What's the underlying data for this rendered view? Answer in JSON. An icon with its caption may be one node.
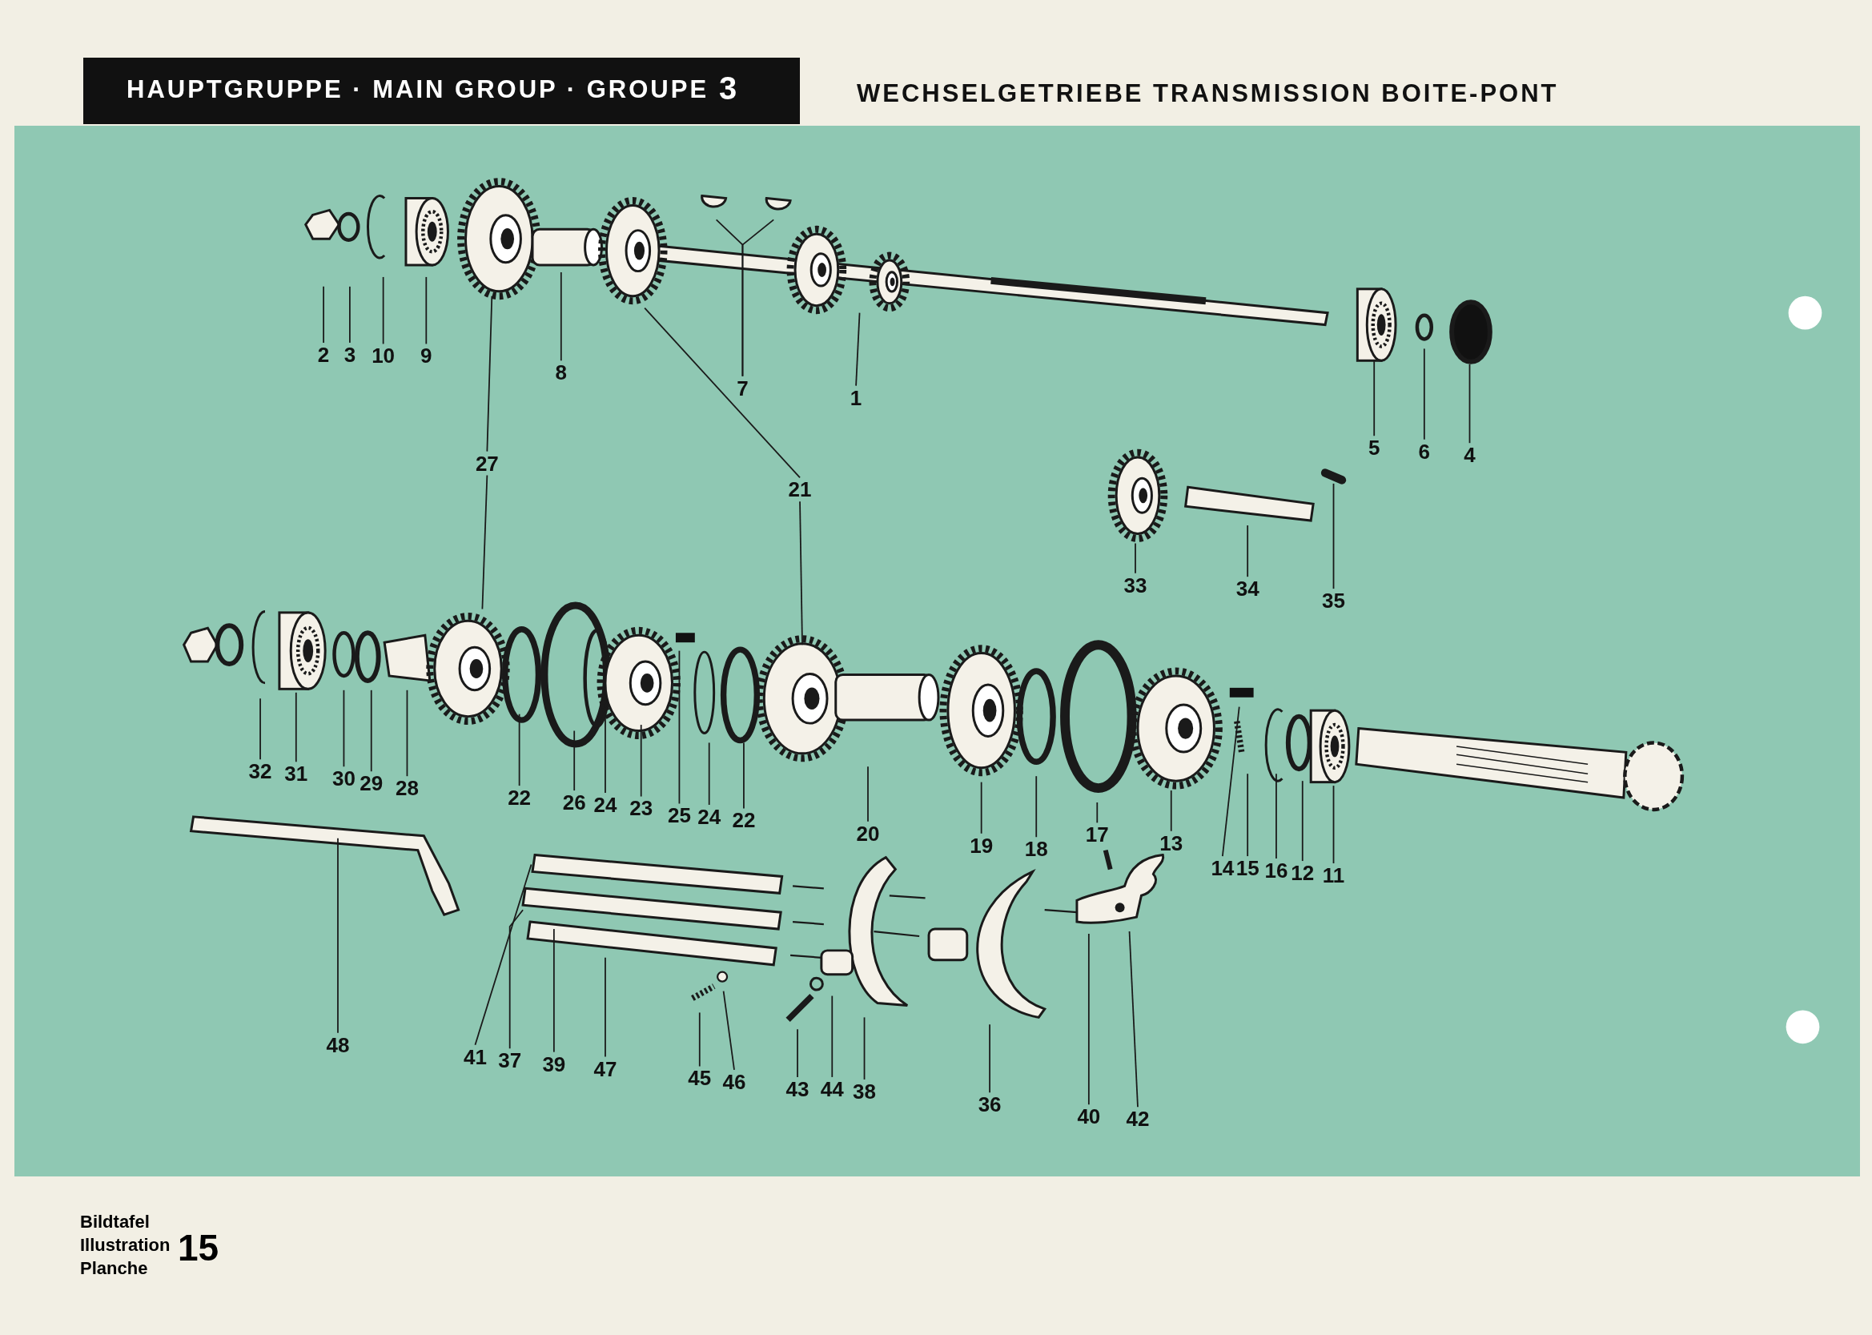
{
  "diagram": {
    "title": "WECHSELGETRIEBE TRANSMISSION BOITE-PONT",
    "nodes": [
      {
        "text": [
          "2"
        ]
      },
      {
        "text": [
          "3"
        ]
      },
      {
        "text": [
          "10"
        ]
      },
      {
        "text": [
          "9"
        ]
      },
      {
        "text": [
          "8"
        ]
      },
      {
        "text": [
          "7"
        ]
      },
      {
        "text": [
          "1"
        ]
      },
      {
        "text": [
          "5"
        ]
      },
      {
        "text": [
          "6"
        ]
      },
      {
        "text": [
          "4"
        ]
      },
      {
        "text": [
          "27"
        ]
      },
      {
        "text": [
          "21"
        ]
      },
      {
        "text": [
          "33"
        ]
      },
      {
        "text": [
          "34"
        ]
      },
      {
        "text": [
          "35"
        ]
      },
      {
        "text": [
          "32"
        ]
      },
      {
        "text": [
          "31"
        ]
      },
      {
        "text": [
          "30"
        ]
      },
      {
        "text": [
          "29"
        ]
      },
      {
        "text": [
          "28"
        ]
      },
      {
        "text": [
          "22"
        ]
      },
      {
        "text": [
          "26"
        ]
      },
      {
        "text": [
          "24"
        ]
      },
      {
        "text": [
          "23"
        ]
      },
      {
        "text": [
          "25"
        ]
      },
      {
        "text": [
          "24"
        ]
      },
      {
        "text": [
          "22"
        ]
      },
      {
        "text": [
          "20"
        ]
      },
      {
        "text": [
          "19"
        ]
      },
      {
        "text": [
          "18"
        ]
      },
      {
        "text": [
          "17"
        ]
      },
      {
        "text": [
          "13"
        ]
      },
      {
        "text": [
          "14"
        ]
      },
      {
        "text": [
          "15"
        ]
      },
      {
        "text": [
          "16"
        ]
      },
      {
        "text": [
          "12"
        ]
      },
      {
        "text": [
          "11"
        ]
      },
      {
        "text": [
          "48"
        ]
      },
      {
        "text": [
          "41"
        ]
      },
      {
        "text": [
          "37"
        ]
      },
      {
        "text": [
          "39"
        ]
      },
      {
        "text": [
          "47"
        ]
      },
      {
        "text": [
          "45"
        ]
      },
      {
        "text": [
          "46"
        ]
      },
      {
        "text": [
          "43"
        ]
      },
      {
        "text": [
          "44"
        ]
      },
      {
        "text": [
          "38"
        ]
      },
      {
        "text": [
          "36"
        ]
      },
      {
        "text": [
          "40"
        ]
      },
      {
        "text": [
          "42"
        ]
      }
    ],
    "edges": [
      {
        "from": 0,
        "to": null,
        "arrow": "none"
      },
      {
        "from": 1,
        "to": null,
        "arrow": "none"
      },
      {
        "from": 2,
        "to": null,
        "arrow": "none"
      },
      {
        "from": 3,
        "to": null,
        "arrow": "none"
      },
      {
        "from": 4,
        "to": null,
        "arrow": "none"
      },
      {
        "from": 5,
        "to": null,
        "arrow": "none"
      },
      {
        "from": 5,
        "to": null,
        "arrow": "none"
      },
      {
        "from": 6,
        "to": null,
        "arrow": "none"
      },
      {
        "from": 7,
        "to": null,
        "arrow": "none"
      },
      {
        "from": 8,
        "to": null,
        "arrow": "none"
      },
      {
        "from": 9,
        "to": null,
        "arrow": "none"
      },
      {
        "from": 10,
        "to": null,
        "arrow": "none"
      },
      {
        "from": 10,
        "to": null,
        "arrow": "none"
      },
      {
        "from": 11,
        "to": null,
        "arrow": "none"
      },
      {
        "from": 11,
        "to": null,
        "arrow": "none"
      },
      {
        "from": 12,
        "to": null,
        "arrow": "none"
      },
      {
        "from": 13,
        "to": null,
        "arrow": "none"
      },
      {
        "from": 14,
        "to": null,
        "arrow": "none"
      },
      {
        "from": 15,
        "to": null,
        "arrow": "none"
      },
      {
        "from": 16,
        "to": null,
        "arrow": "none"
      },
      {
        "from": 17,
        "to": null,
        "arrow": "none"
      },
      {
        "from": 18,
        "to": null,
        "arrow": "none"
      },
      {
        "from": 19,
        "to": null,
        "arrow": "none"
      },
      {
        "from": 20,
        "to": null,
        "arrow": "none"
      },
      {
        "from": 21,
        "to": null,
        "arrow": "none"
      },
      {
        "from": 22,
        "to": null,
        "arrow": "none"
      },
      {
        "from": 23,
        "to": null,
        "arrow": "none"
      },
      {
        "from": 24,
        "to": null,
        "arrow": "none"
      },
      {
        "from": 25,
        "to": null,
        "arrow": "none"
      },
      {
        "from": 26,
        "to": null,
        "arrow": "none"
      },
      {
        "from": 27,
        "to": null,
        "arrow": "none"
      },
      {
        "from": 28,
        "to": null,
        "arrow": "none"
      },
      {
        "from": 29,
        "to": null,
        "arrow": "none"
      },
      {
        "from": 30,
        "to": null,
        "arrow": "none"
      },
      {
        "from": 31,
        "to": null,
        "arrow": "none"
      },
      {
        "from": 32,
        "to": null,
        "arrow": "none"
      },
      {
        "from": 33,
        "to": null,
        "arrow": "none"
      },
      {
        "from": 34,
        "to": null,
        "arrow": "none"
      },
      {
        "from": 35,
        "to": null,
        "arrow": "none"
      },
      {
        "from": 36,
        "to": null,
        "arrow": "none"
      },
      {
        "from": 37,
        "to": null,
        "arrow": "none"
      },
      {
        "from": 38,
        "to": null,
        "arrow": "none"
      },
      {
        "from": 39,
        "to": null,
        "arrow": "none"
      },
      {
        "from": 40,
        "to": null,
        "arrow": "none"
      },
      {
        "from": 41,
        "to": null,
        "arrow": "none"
      },
      {
        "from": 42,
        "to": null,
        "arrow": "none"
      },
      {
        "from": 43,
        "to": null,
        "arrow": "none"
      },
      {
        "from": 44,
        "to": null,
        "arrow": "none"
      },
      {
        "from": 45,
        "to": null,
        "arrow": "none"
      },
      {
        "from": 46,
        "to": null,
        "arrow": "none"
      },
      {
        "from": 47,
        "to": null,
        "arrow": "none"
      },
      {
        "from": 48,
        "to": null,
        "arrow": "none"
      },
      {
        "from": 49,
        "to": null,
        "arrow": "none"
      }
    ],
    "labels": [
      "HAUPTGRUPPE · MAIN GROUP · GROUPE",
      "3",
      "Bildtafel",
      "Illustration",
      "Planche",
      "15"
    ]
  }
}
